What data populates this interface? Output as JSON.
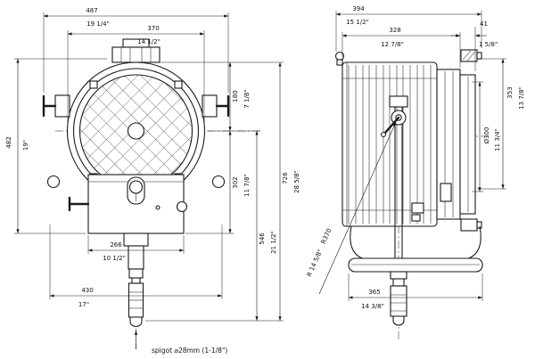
{
  "drawing": {
    "front_view": {
      "overall_width": {
        "mm": "487",
        "in": "19 1/4\""
      },
      "housing_width": {
        "mm": "370",
        "in": "14 1/2\""
      },
      "housing_height": {
        "mm": "482",
        "in": "19\""
      },
      "upper_section": {
        "mm": "180",
        "in": "7 1/8\""
      },
      "lower_section": {
        "mm": "302",
        "in": "11 7/8\""
      },
      "center_to_spigot": {
        "mm": "546",
        "in": "21 1/2\""
      },
      "total_height": {
        "mm": "726",
        "in": "28 5/8\""
      },
      "body_width": {
        "mm": "266",
        "in": "10 1/2\""
      },
      "yoke_width": {
        "mm": "430",
        "in": "17\""
      },
      "spigot_note": "spigot  ⌀28mm  (1-1/8\")"
    },
    "side_view": {
      "overall_depth": {
        "mm": "394",
        "in": "15 1/2\""
      },
      "body_depth": {
        "mm": "328",
        "in": "12 7/8\""
      },
      "front_depth": {
        "mm": "41",
        "in": "1 5/8\""
      },
      "height": {
        "mm": "353",
        "in": "13 7/8\""
      },
      "lens_diameter": {
        "mm": "Ø300",
        "in": "11 3/4\""
      },
      "base_depth": {
        "mm": "365",
        "in": "14 3/8\""
      },
      "tilt_radius": {
        "mm": "R370",
        "in": "R 14 5/8\""
      }
    }
  }
}
